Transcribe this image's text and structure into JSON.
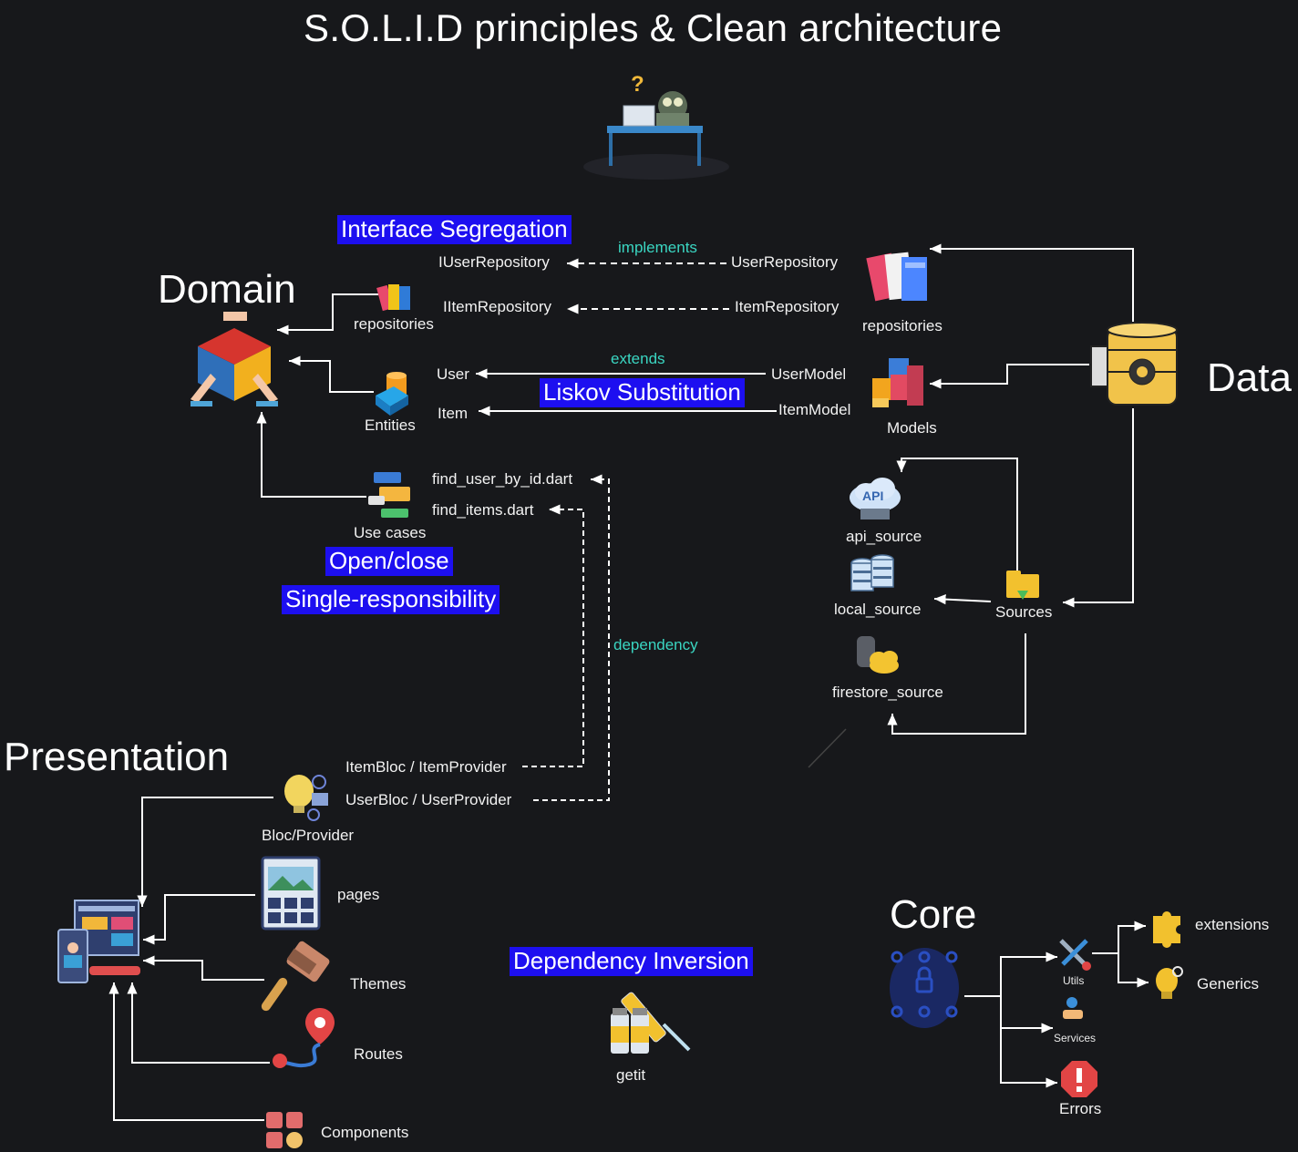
{
  "title": "S.O.L.I.D principles & Clean architecture",
  "layers": {
    "domain": "Domain",
    "data": "Data",
    "presentation": "Presentation",
    "core": "Core"
  },
  "principles": {
    "interface_segregation": "Interface Segregation",
    "liskov_substitution": "Liskov Substitution",
    "open_close": "Open/close",
    "single_responsibility": "Single-responsibility",
    "dependency_inversion": "Dependency Inversion"
  },
  "relations": {
    "implements": "implements",
    "extends": "extends",
    "dependency": "dependency"
  },
  "domain": {
    "repositories": "repositories",
    "entities": "Entities",
    "use_cases": "Use cases",
    "iuser_repository": "IUserRepository",
    "iitem_repository": "IItemRepository",
    "user": "User",
    "item": "Item",
    "find_user_by_id": "find_user_by_id.dart",
    "find_items": "find_items.dart"
  },
  "data": {
    "user_repository": "UserRepository",
    "item_repository": "ItemRepository",
    "repositories": "repositories",
    "user_model": "UserModel",
    "item_model": "ItemModel",
    "models": "Models",
    "api_source": "api_source",
    "local_source": "local_source",
    "firestore_source": "firestore_source",
    "sources": "Sources",
    "api_badge": "API"
  },
  "presentation": {
    "item_bloc": "ItemBloc / ItemProvider",
    "user_bloc": "UserBloc / UserProvider",
    "bloc_provider": "Bloc/Provider",
    "pages": "pages",
    "themes": "Themes",
    "routes": "Routes",
    "components": "Components"
  },
  "getit": "getit",
  "core": {
    "utils": "Utils",
    "services": "Services",
    "errors": "Errors",
    "extensions": "extensions",
    "generics": "Generics"
  },
  "colors": {
    "background": "#17181b",
    "highlight": "#1d0ff0",
    "relation_text": "#3ad6c2",
    "line": "#ffffff"
  },
  "icons": [
    "developer-desk-icon",
    "domain-cube-icon",
    "books-icon",
    "cylinder-icon",
    "stacked-cards-icon",
    "database-gear-icon",
    "colored-blocks-icon",
    "api-cloud-icon",
    "server-stack-icon",
    "cloud-db-icon",
    "folder-icon",
    "idea-gear-icon",
    "dashboard-icon",
    "page-grid-icon",
    "paintbrush-icon",
    "route-pin-icon",
    "components-grid-icon",
    "syringe-vials-icon",
    "fingerprint-icon",
    "tools-icon",
    "service-hand-icon",
    "error-octagon-icon",
    "puzzle-icon",
    "generics-icon"
  ]
}
